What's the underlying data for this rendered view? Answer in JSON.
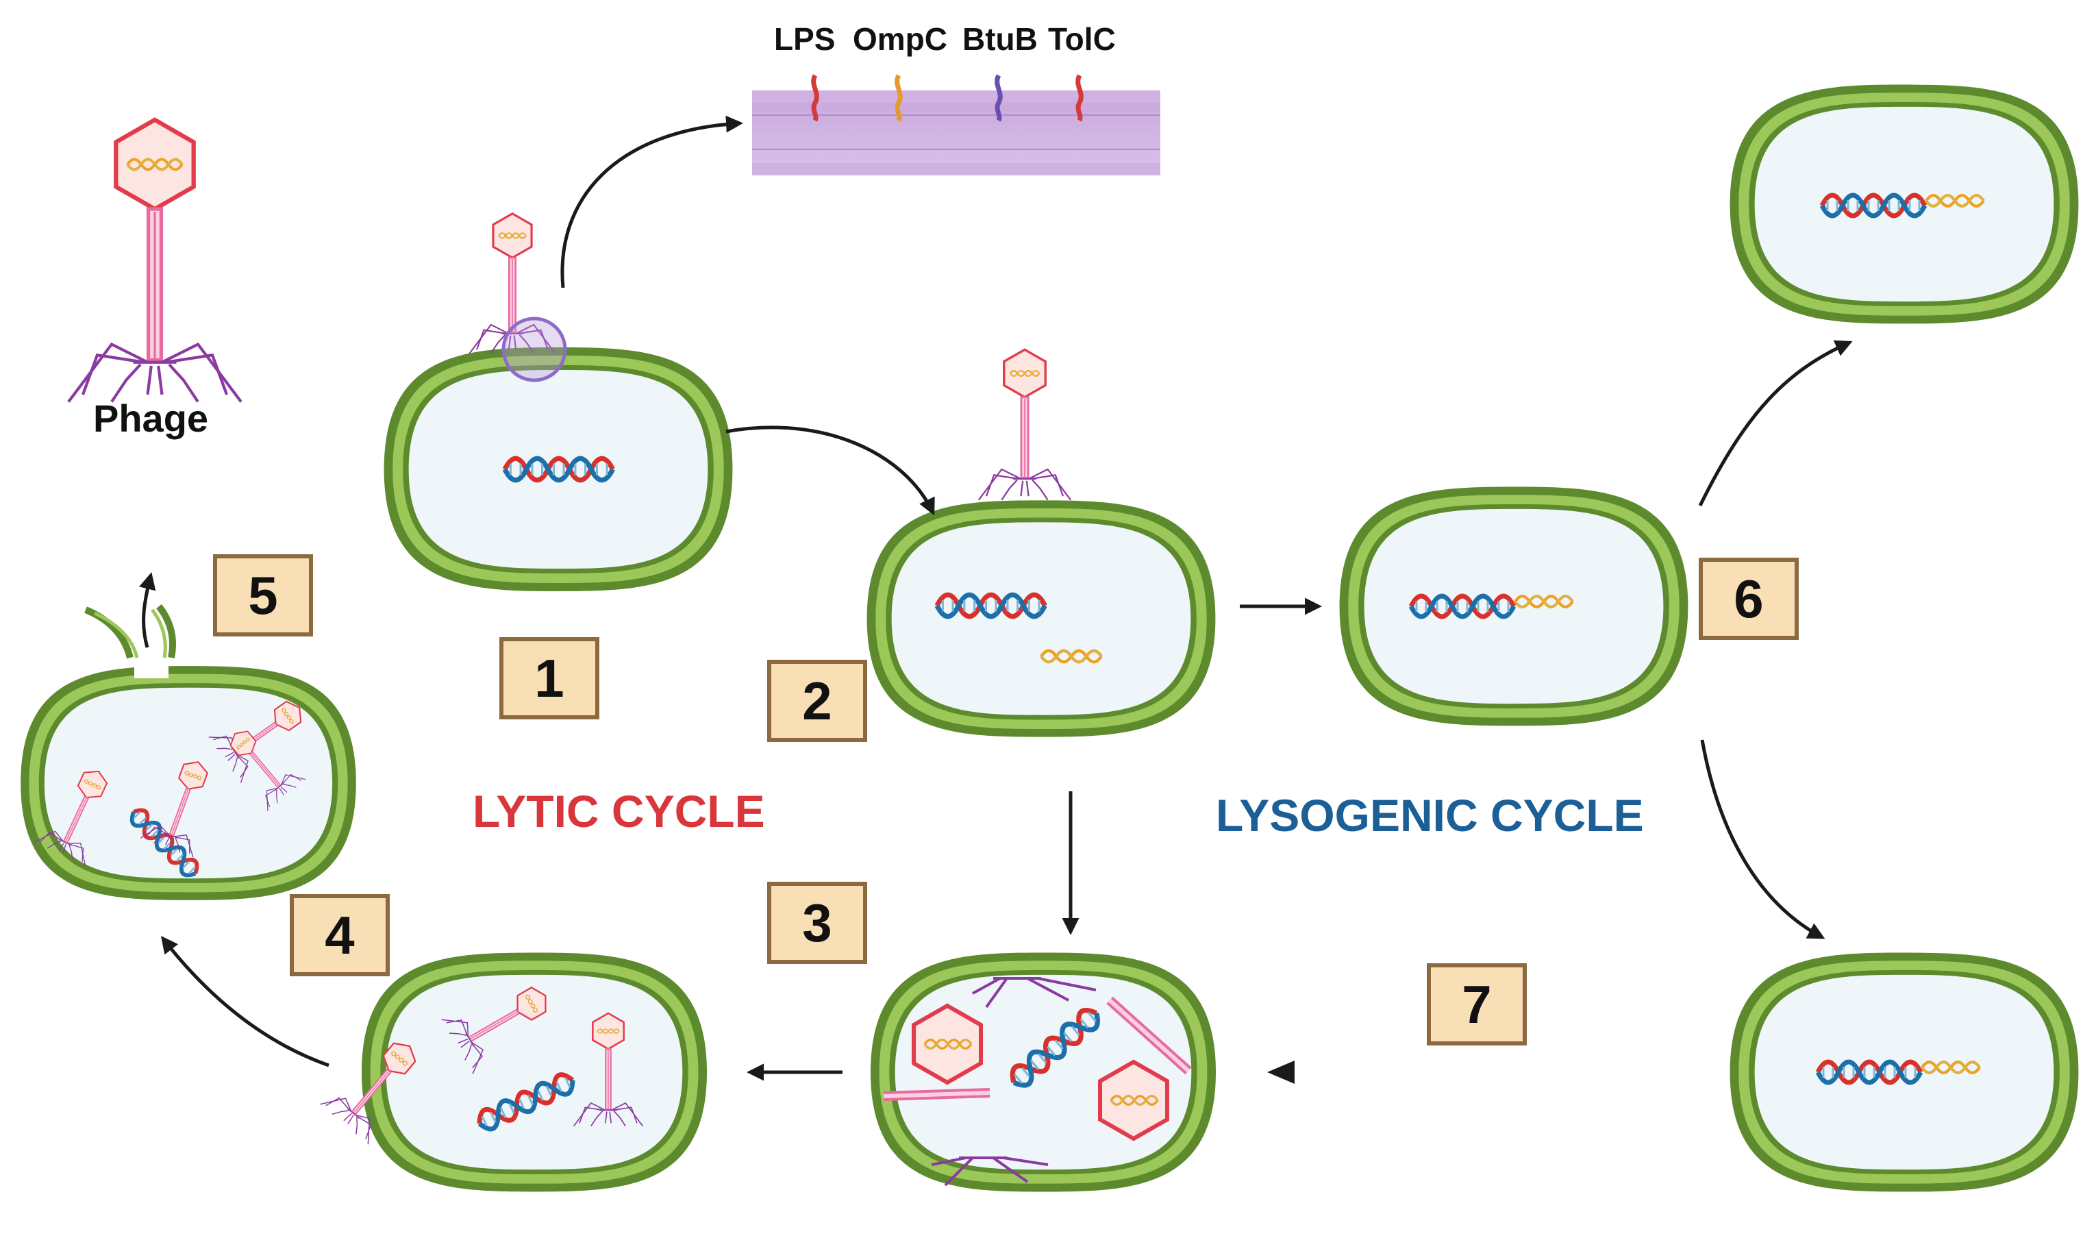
{
  "labels": {
    "phage": "Phage",
    "receptors": [
      "LPS",
      "OmpC",
      "BtuB",
      "TolC"
    ],
    "lytic_cycle": "LYTIC CYCLE",
    "lysogenic_cycle": "LYSOGENIC CYCLE"
  },
  "steps": [
    "1",
    "2",
    "3",
    "4",
    "5",
    "6",
    "7"
  ],
  "colors": {
    "cell_wall": "#7aa03c",
    "cell_fill": "#eef6fa",
    "phage_head": "#e23b4c",
    "phage_tail": "#e76aa0",
    "tail_fiber": "#8a3aa0",
    "dna_red": "#d8312c",
    "dna_blue": "#1c6fa8",
    "phage_dna": "#f0a020",
    "lytic_text": "#d9363c",
    "lysogenic_text": "#1b5f96",
    "step_fill": "#f8dfb5",
    "step_border": "#8c6a3f"
  }
}
